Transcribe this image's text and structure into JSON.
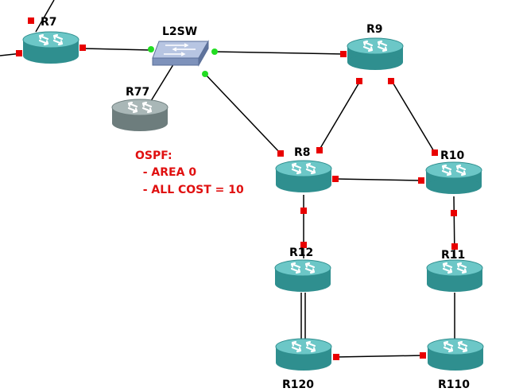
{
  "colors": {
    "router_body": "#2f8f8f",
    "router_top": "#6cc7c7",
    "router_dim_body": "#6d7d7d",
    "router_dim_top": "#a9b7b7",
    "switch_body": "#8fa2c7",
    "port_down": "#e80000",
    "port_up": "#22dd22",
    "note": "#e01010"
  },
  "nodes": {
    "r7": {
      "label": "R7",
      "icon": "router-icon"
    },
    "l2sw": {
      "label": "L2SW",
      "icon": "switch-icon"
    },
    "r77": {
      "label": "R77",
      "icon": "router-icon",
      "state": "stopped"
    },
    "r9": {
      "label": "R9",
      "icon": "router-icon"
    },
    "r8": {
      "label": "R8",
      "icon": "router-icon"
    },
    "r10": {
      "label": "R10",
      "icon": "router-icon"
    },
    "r12": {
      "label": "R12",
      "icon": "router-icon"
    },
    "r11": {
      "label": "R11",
      "icon": "router-icon"
    },
    "r120": {
      "label": "R120",
      "icon": "router-icon"
    },
    "r110": {
      "label": "R110",
      "icon": "router-icon"
    }
  },
  "links": [
    {
      "from": "R7",
      "to": "L2SW"
    },
    {
      "from": "L2SW",
      "to": "R77"
    },
    {
      "from": "L2SW",
      "to": "R9"
    },
    {
      "from": "L2SW",
      "to": "R8"
    },
    {
      "from": "R9",
      "to": "R8"
    },
    {
      "from": "R9",
      "to": "R10"
    },
    {
      "from": "R8",
      "to": "R10"
    },
    {
      "from": "R8",
      "to": "R12"
    },
    {
      "from": "R10",
      "to": "R11"
    },
    {
      "from": "R12",
      "to": "R120"
    },
    {
      "from": "R120",
      "to": "R110"
    },
    {
      "from": "R11",
      "to": "R110"
    }
  ],
  "note": {
    "line1": "OSPF:",
    "line2": "  - AREA 0",
    "line3": "  - ALL COST = 10"
  }
}
